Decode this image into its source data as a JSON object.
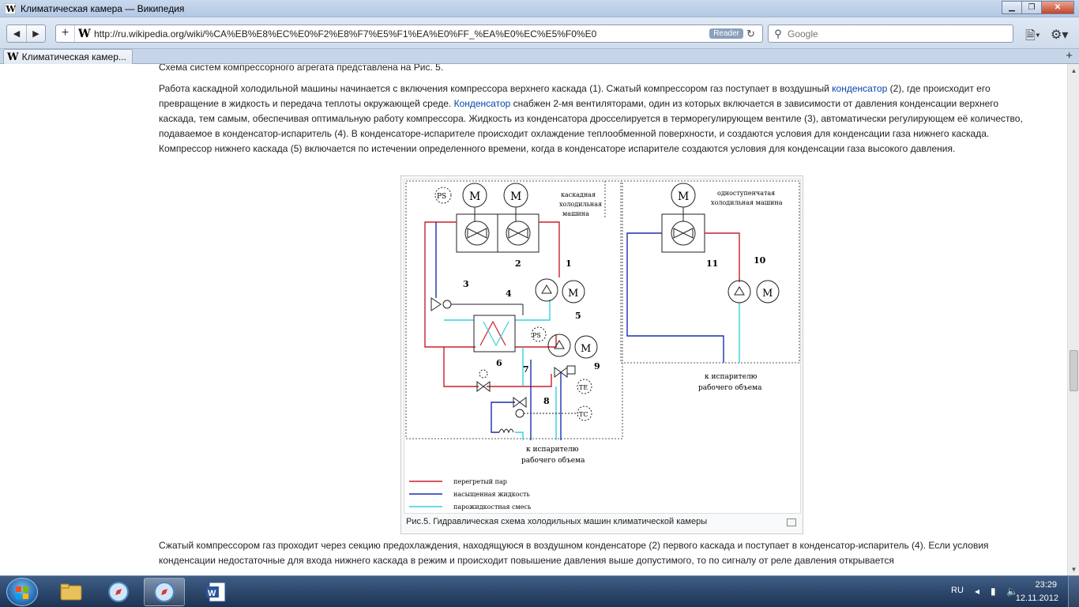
{
  "window": {
    "title": "Климатическая камера — Википедия",
    "icon": "wikipedia-w-icon"
  },
  "nav": {
    "url": "http://ru.wikipedia.org/wiki/%CA%EB%E8%EC%E0%F2%E8%F7%E5%F1%EA%E0%FF_%EA%E0%EC%E5%F0%E0",
    "reader_label": "Reader",
    "search_placeholder": "Google",
    "site_glyph": "W"
  },
  "tabs": [
    {
      "label": "Климатическая камер..."
    }
  ],
  "article": {
    "p1": "Схема систем компрессорного агрегата представлена на Рис. 5.",
    "p2_a": "Работа каскадной холодильной машины начинается с включения компрессора верхнего каскада (1). Сжатый компрессором газ поступает в воздушный ",
    "p2_link1": "конденсатор",
    "p2_b": " (2), где происходит его превращение в жидкость и передача теплоты окружающей среде. ",
    "p2_link2": "Конденсатор",
    "p2_c": " снабжен 2-мя вентиляторами, один из которых включается в зависимости от давления конденсации верхнего каскада, тем самым, обеспечивая оптимальную работу компрессора. Жидкость из конденсатора дросселируется в терморегулирующем вентиле (3), автоматически регулирующем её количество, подаваемое в конденсатор-испаритель (4). В конденсаторе-испарителе происходит охлаждение теплообменной поверхности, и создаются условия для конденсации газа нижнего каскада. Компрессор нижнего каскада (5) включается по истечении определенного времени, когда в конденсаторе испарителе создаются условия для конденсации газа высокого давления.",
    "p3": "Сжатый компрессором газ проходит через секцию предохлаждения, находящуюся в воздушном конденсаторе (2) первого каскада и поступает в конденсатор-испаритель (4). Если условия конденсации недостаточные для входа нижнего каскада в режим и происходит повышение давления выше допустимого, то по сигналу от реле давления открывается",
    "caption": "Рис.5. Гидравлическая схема холодильных машин климатической камеры"
  },
  "diagram": {
    "label_cascade": [
      "каскадная",
      "холодильная",
      "машина"
    ],
    "label_single": [
      "одноступенчатая",
      "холодильная машина"
    ],
    "label_to_evap_left": [
      "к испарителю",
      "рабочего объема"
    ],
    "label_to_evap_right": [
      "к испарителю",
      "рабочего объема"
    ],
    "motor": "M",
    "ps": "PS",
    "te": "TE",
    "tc": "TC",
    "numbers": [
      "1",
      "2",
      "3",
      "4",
      "5",
      "6",
      "7",
      "8",
      "9",
      "10",
      "11"
    ],
    "legend": [
      {
        "label": "перегретый пар",
        "color": "#c8202a"
      },
      {
        "label": "насыщенная жидкость",
        "color": "#1a2fb0"
      },
      {
        "label": "парожидкостная смесь",
        "color": "#35d0e0"
      }
    ]
  },
  "taskbar": {
    "lang": "RU",
    "time": "23:29",
    "date": "12.11.2012"
  }
}
